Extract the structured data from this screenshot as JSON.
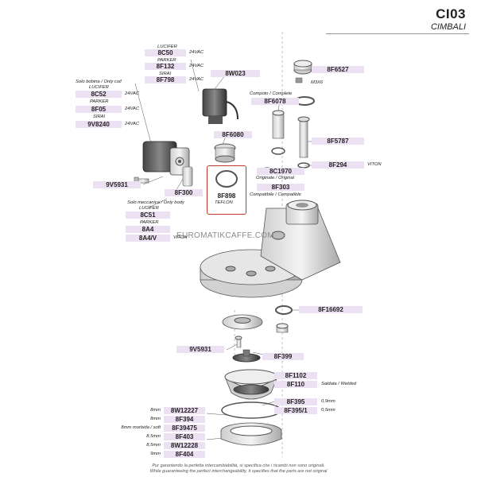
{
  "header": {
    "title": "CI03",
    "brand": "CIMBALI"
  },
  "watermark": "EUROMATIKCAFFE.COM",
  "footer": {
    "line1": "Pur garantendo la perfetta intercambiabilità, si specifica che i ricambi non sono originali.",
    "line2": "While guaranteeing the perfect interchangeability, it specifies that the parts are not original"
  },
  "coil_top": {
    "lucifer_label": "LUCIFER",
    "lucifer_code": "8C50",
    "lucifer_volt": "24VAC",
    "parker_label": "PARKER",
    "parker_code": "8F132",
    "parker_volt": "24VAC",
    "sirai_label": "SIRAI",
    "sirai_code": "8F798",
    "sirai_volt": "24VAC"
  },
  "coil_only": {
    "note": "Solo bobina / Only coil",
    "lucifer_label": "LUCIFER",
    "lucifer_code": "8C52",
    "lucifer_volt": "24VAC",
    "parker_label": "PARKER",
    "parker_code": "8F05",
    "parker_volt": "24VAC",
    "sirai_label": "SIRAI",
    "sirai_code": "9V8240",
    "sirai_volt": "24VAC"
  },
  "connector": {
    "code": "8W023"
  },
  "top_right": {
    "knob_code": "8F6527",
    "screw_label": "M3X6",
    "complete_note": "Compoto / Complete",
    "complete_code": "8F6078",
    "valve_code": "8F5787",
    "oring_code": "8F294",
    "oring_spec": "VITON",
    "orig_note": "Originale / Original",
    "orig_code": "8C1970",
    "compat_code": "8F303",
    "compat_note": "Compatibile / Compatible"
  },
  "middle": {
    "cap_code": "8F6080",
    "screw_code": "9V5931",
    "bracket_code": "8F300",
    "gasket_code": "8F898",
    "gasket_spec": "TEFLON"
  },
  "mech_body": {
    "note": "Solo meccanica / Only body",
    "lucifer_label": "LUCIFER",
    "lucifer_code": "8C51",
    "parker_label": "PARKER",
    "parker_code": "8A4",
    "viton_code": "8A4/V",
    "viton_spec": "VITON"
  },
  "lower": {
    "ring_code": "8F16692",
    "screw_code": "9V5931",
    "disperser_code": "8F399",
    "screen_code": "8F1102",
    "screen_welded_code": "8F110",
    "welded_note": "Saldata / Welded",
    "shim_code": "8F395",
    "shim_spec": "0,9mm",
    "shim2_code": "8F395/1",
    "shim2_spec": "0,5mm"
  },
  "gaskets": [
    {
      "spec": "8mm",
      "code": "8W12227"
    },
    {
      "spec": "8mm",
      "code": "8F394"
    },
    {
      "spec": "8mm morbida / soft",
      "code": "8F39475"
    },
    {
      "spec": "8,5mm",
      "code": "8F403"
    },
    {
      "spec": "8,5mm",
      "code": "8W12228"
    },
    {
      "spec": "9mm",
      "code": "8F404"
    }
  ]
}
